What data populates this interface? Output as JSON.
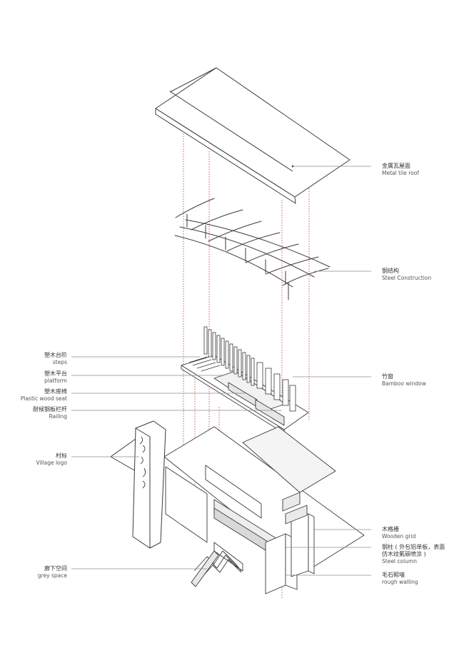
{
  "colors": {
    "line": "#3a3a3a",
    "leader": "#8c8c8c",
    "dotted": "#c0392b",
    "fill": "#ffffff",
    "shade": "#e6e6e6"
  },
  "callouts_right": [
    {
      "cn": "金属瓦屋面",
      "en": "Metal tile roof"
    },
    {
      "cn": "钢结构",
      "en": "Steel Construction"
    },
    {
      "cn": "竹窗",
      "en": "Bamboo window"
    },
    {
      "cn": "木格栅",
      "en": "Wooden grid"
    },
    {
      "cn": "钢柱 ( 外包铝单板，表面",
      "cn2": "仿木纹氟碳喷涂 )",
      "en": "Steel column"
    },
    {
      "cn": "毛石砌墙",
      "en": "rough walling"
    }
  ],
  "callouts_left": [
    {
      "cn": "塑木台阶",
      "en": "steps"
    },
    {
      "cn": "塑木平台",
      "en": "platform"
    },
    {
      "cn": "塑木座椅",
      "en": "Plastic wood seat"
    },
    {
      "cn": "耐候钢板栏杆",
      "en": "Railing"
    },
    {
      "cn": "村标",
      "en": "Village logo"
    },
    {
      "cn": "廊下空间",
      "en": "grey space"
    }
  ]
}
